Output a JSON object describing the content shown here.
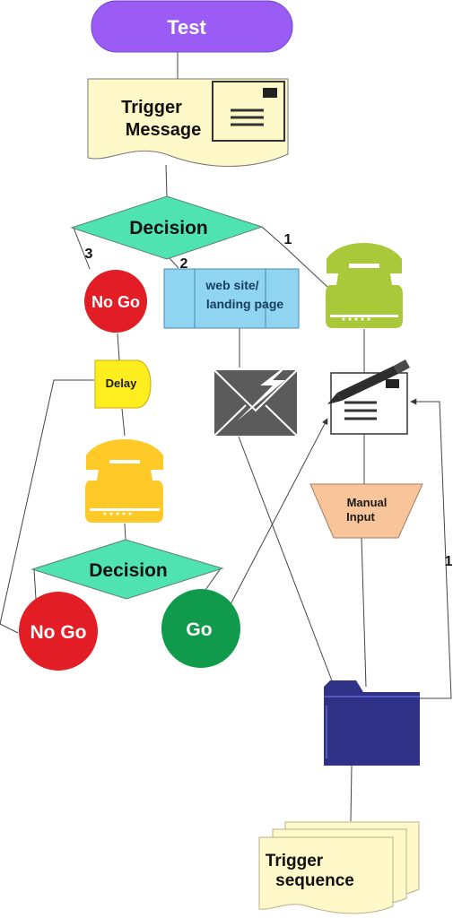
{
  "nodes": {
    "start": {
      "label": "Test"
    },
    "trigger_message": {
      "line1": "Trigger",
      "line2": "Message"
    },
    "decision_top": {
      "label": "Decision"
    },
    "no_go_top": {
      "label": "No Go"
    },
    "website": {
      "line1": "web site/",
      "line2": "landing page"
    },
    "delay": {
      "label": "Delay"
    },
    "decision_bottom": {
      "label": "Decision"
    },
    "no_go_bottom": {
      "label": "No Go"
    },
    "go": {
      "label": "Go"
    },
    "manual_input": {
      "line1": "Manual",
      "line2": "Input"
    },
    "trigger_sequence": {
      "line1": "Trigger",
      "line2": "sequence"
    }
  },
  "edge_labels": {
    "branch_1": "1",
    "branch_2": "2",
    "branch_3": "3",
    "return_1": "1"
  },
  "icons": {
    "phone_top": "telephone-icon",
    "phone_mid": "telephone-icon",
    "email_lightning": "email-lightning-icon",
    "letter_pen": "letter-pen-icon",
    "folder": "folder-icon"
  },
  "colors": {
    "start": "#9b5cf6",
    "trigger_message": "#fff8c8",
    "decision": "#4fe3b2",
    "no_go": "#e21d26",
    "website": "#8fd4f1",
    "delay": "#ffee1f",
    "phone_green": "#a9c93a",
    "phone_yellow": "#ffc928",
    "email_dark": "#5b5b5b",
    "go": "#0f9a4c",
    "manual_input": "#f8c49a",
    "folder": "#2f3286",
    "trigger_sequence": "#fff8c8"
  }
}
